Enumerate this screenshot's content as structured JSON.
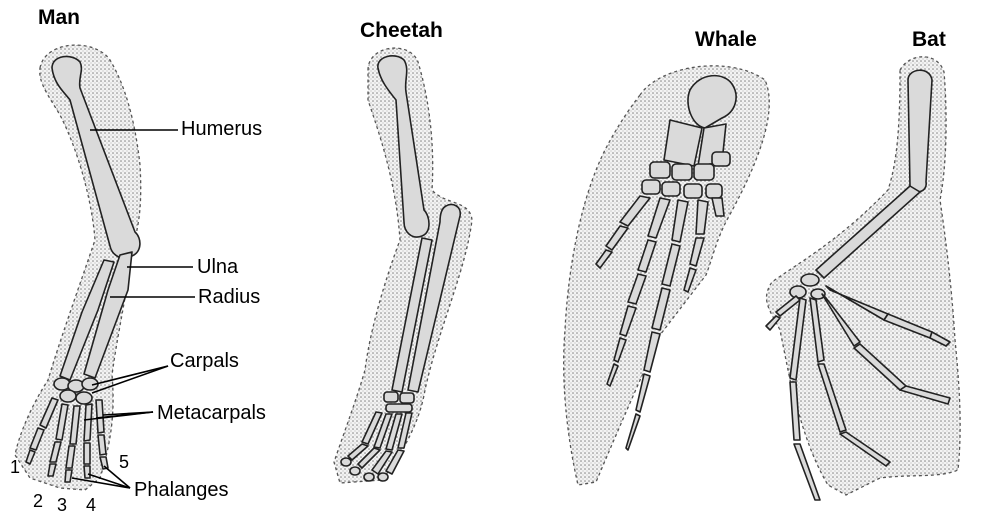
{
  "animals": {
    "man": "Man",
    "cheetah": "Cheetah",
    "whale": "Whale",
    "bat": "Bat"
  },
  "parts": {
    "humerus": "Humerus",
    "ulna": "Ulna",
    "radius": "Radius",
    "carpals": "Carpals",
    "metacarpals": "Metacarpals",
    "phalanges": "Phalanges"
  },
  "digits": [
    "1",
    "2",
    "3",
    "4",
    "5"
  ],
  "colors": {
    "bone_fill": "#dadada",
    "outline_dots": "#7a7a7a",
    "text": "#000000"
  }
}
